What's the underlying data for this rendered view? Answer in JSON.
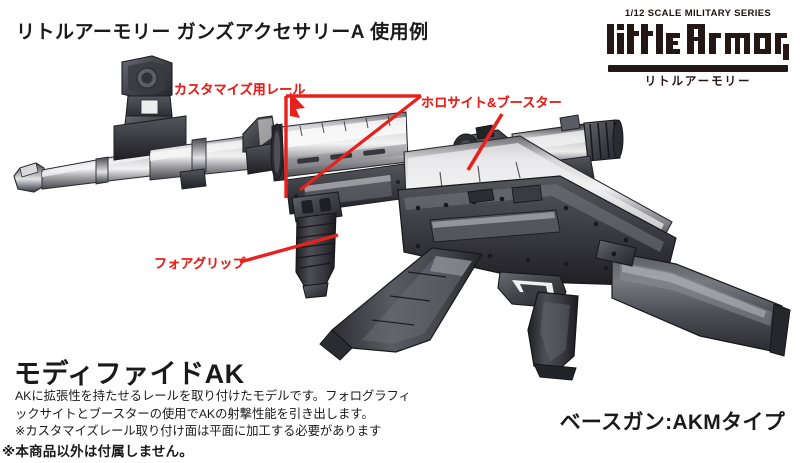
{
  "header": {
    "title": "リトルアーモリー ガンズアクセサリーA 使用例"
  },
  "logo": {
    "series_line": "1/12 SCALE MILITARY SERIES",
    "wordmark": "LittleArmory",
    "jp_name": "リトルアーモリー"
  },
  "callouts": [
    {
      "id": "customize-rail",
      "label": "カスタマイズ用レール"
    },
    {
      "id": "holosight-booster",
      "label": "ホロサイト&ブースター"
    },
    {
      "id": "foregrip",
      "label": "フォアグリップ"
    }
  ],
  "product": {
    "model_name": "モディファイドAK",
    "description_lines": [
      "AKに拡張性を持たせるレールを取り付けたモデルです。フォログラフィ",
      "ックサイトとブースターの使用でAKの射撃性能を引き出します。",
      "※カスタマイズレール取り付け面は平面に加工する必要があります"
    ],
    "base_gun": "ベースガン:AKMタイプ",
    "notice": "※本商品以外は付属しません。"
  },
  "colors": {
    "accent_red": "#e8211d",
    "ink": "#231815",
    "background": "#ffffff"
  },
  "illustration": {
    "subject": "modified-ak-rifle-render",
    "parts": [
      "barrel",
      "front-sight-block",
      "gas-block",
      "handguard-rail",
      "vertical-foregrip",
      "receiver",
      "holographic-sight",
      "magnifier-booster",
      "curved-magazine",
      "trigger-guard",
      "pistol-grip",
      "buttstock"
    ]
  }
}
